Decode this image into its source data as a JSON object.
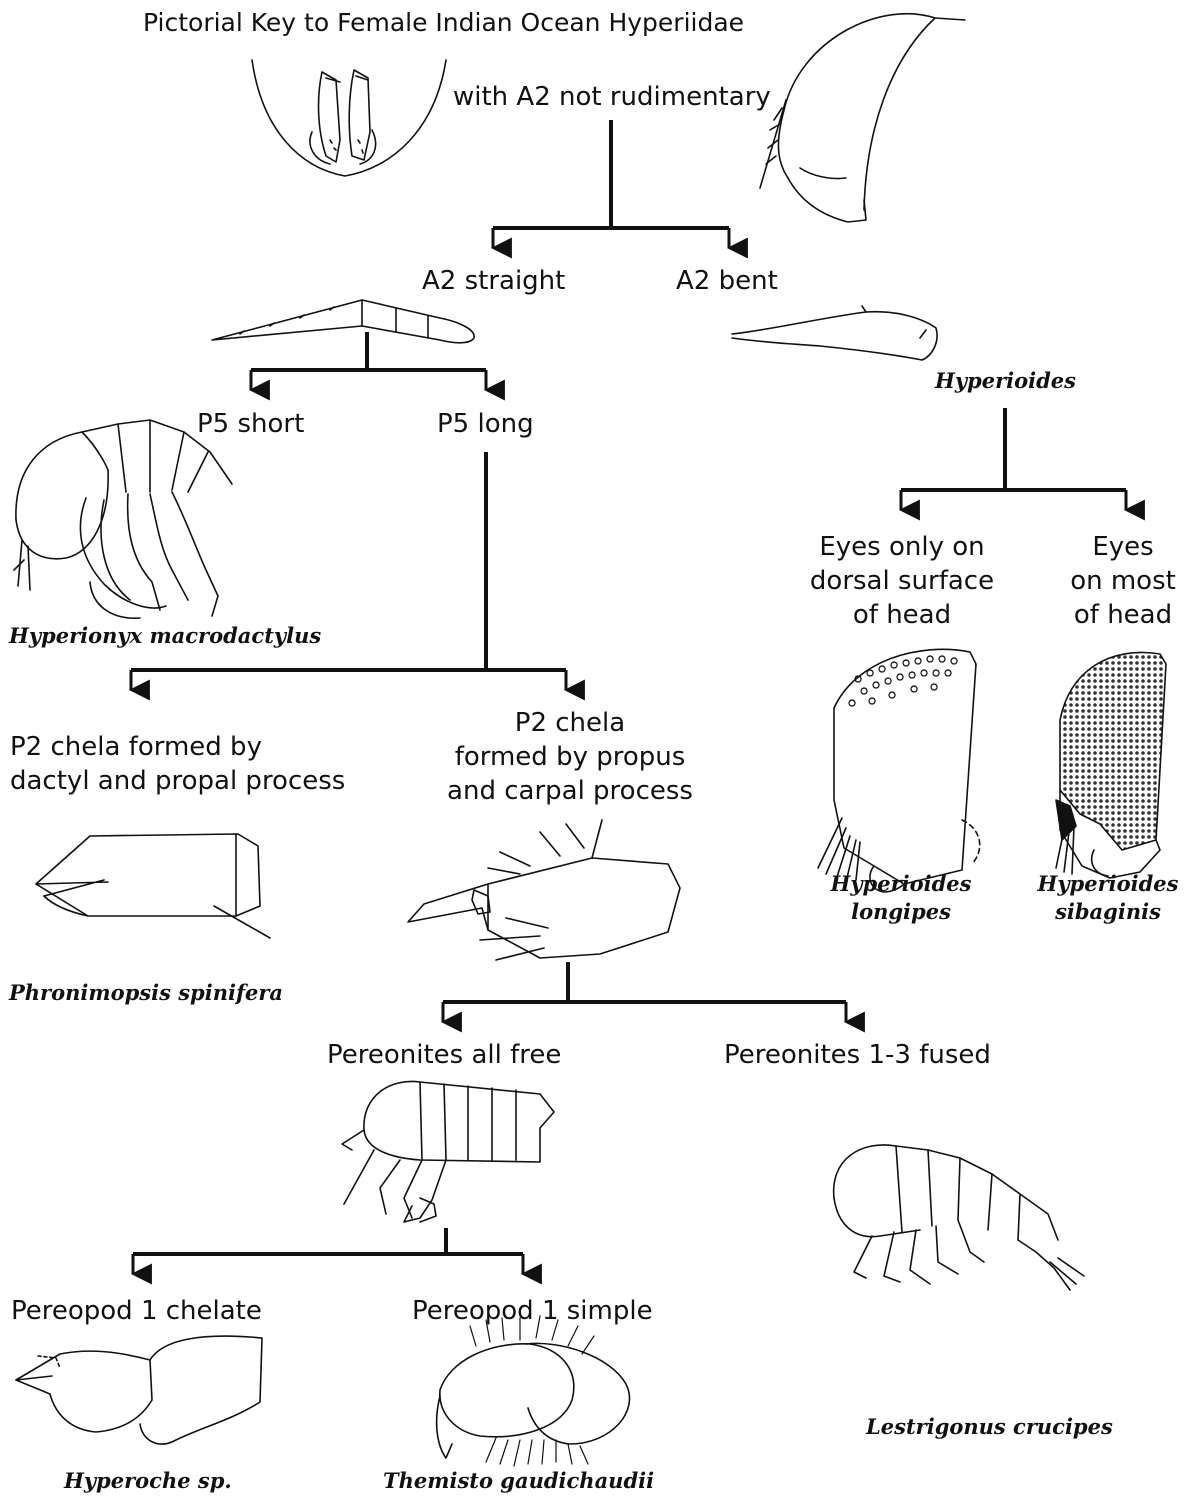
{
  "title": "Pictorial Key to Female Indian Ocean Hyperiidae",
  "root": "with A2 not rudimentary",
  "a2_straight": "A2 straight",
  "a2_bent": "A2 bent",
  "p5_short": "P5 short",
  "p5_long": "P5 long",
  "genus_hyperioides": "Hyperioides",
  "eyes_dorsal": [
    "Eyes only on",
    "dorsal surface",
    "of head"
  ],
  "eyes_most": [
    "Eyes",
    "on most",
    "of head"
  ],
  "sp_hyperionyx": "Hyperionyx macrodactylus",
  "sp_longipes": [
    "Hyperioides",
    "longipes"
  ],
  "sp_sibaginis": [
    "Hyperioides",
    "sibaginis"
  ],
  "chela_dactyl": [
    "P2 chela formed by",
    "dactyl and propal process"
  ],
  "chela_propus": [
    "P2 chela",
    "formed by propus",
    "and carpal process"
  ],
  "sp_phronimopsis": "Phronimopsis spinifera",
  "pereonites_free": "Pereonites all free",
  "pereonites_fused": "Pereonites 1-3 fused",
  "pereopod_chelate": "Pereopod 1 chelate",
  "pereopod_simple": "Pereopod 1 simple",
  "sp_lestrigonus": "Lestrigonus crucipes",
  "sp_hyperoche": "Hyperoche sp.",
  "sp_themisto": "Themisto gaudichaudii"
}
